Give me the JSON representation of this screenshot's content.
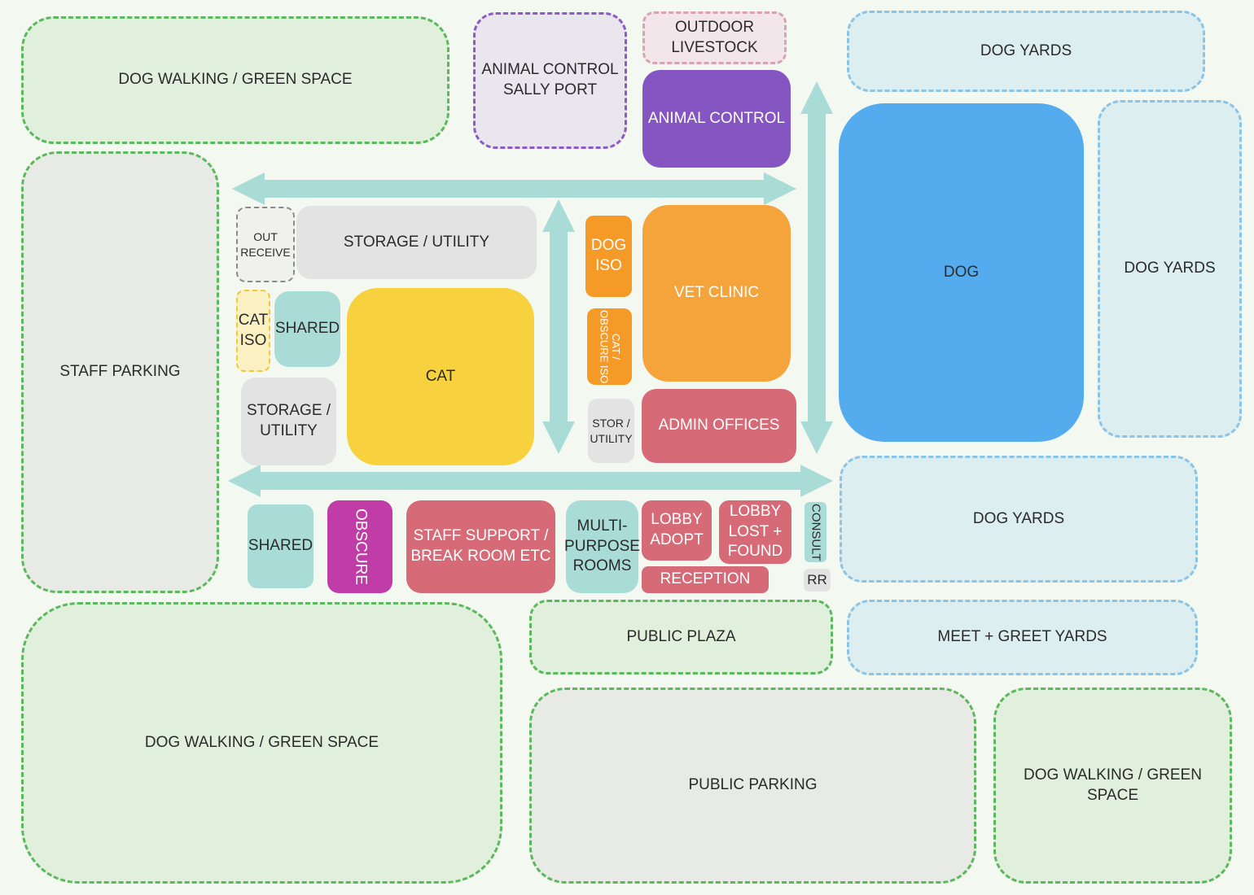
{
  "colors": {
    "green_space": "#e0f0dc",
    "green_border": "#5cb85c",
    "dog_yard": "#dceef0",
    "dog_yard_border": "#8cc4e6",
    "circulation": "#a9dcd6",
    "animal_control": "#8555c2",
    "vet": "#f5a43c",
    "cat": "#f7d23e",
    "dog": "#54acee",
    "admin": "#d66b77",
    "obscure": "#c03ca6"
  },
  "zones": {
    "dog_walking_top": "DOG WALKING / GREEN SPACE",
    "sally_port": "ANIMAL CONTROL\nSALLY PORT",
    "outdoor_livestock": "OUTDOOR\nLIVESTOCK",
    "animal_control": "ANIMAL CONTROL",
    "dog_yards_top": "DOG YARDS",
    "staff_parking": "STAFF PARKING",
    "out_receive": "OUT\nRECEIVE",
    "storage_top": "STORAGE / UTILITY",
    "cat_iso": "CAT\nISO",
    "shared_upper": "SHARED",
    "cat": "CAT",
    "storage_left": "STORAGE /\nUTILITY",
    "dog_iso": "DOG\nISO",
    "cat_obscure_iso": "CAT /\nOBSCURE ISO",
    "stor_utility": "STOR /\nUTILITY",
    "vet_clinic": "VET CLINIC",
    "admin_offices": "ADMIN OFFICES",
    "dog": "DOG",
    "dog_yards_right": "DOG YARDS",
    "dog_yards_mid": "DOG YARDS",
    "shared_lower": "SHARED",
    "obscure": "OBSCURE",
    "staff_support": "STAFF SUPPORT /\nBREAK ROOM ETC",
    "multi_purpose": "MULTI-\nPURPOSE\nROOMS",
    "lobby_adopt": "LOBBY\nADOPT",
    "lobby_lost": "LOBBY\nLOST +\nFOUND",
    "consult": "CONSULT",
    "reception": "RECEPTION",
    "rr": "RR",
    "public_plaza": "PUBLIC PLAZA",
    "meet_greet": "MEET + GREET YARDS",
    "dog_walking_bottom_left": "DOG WALKING / GREEN SPACE",
    "public_parking": "PUBLIC PARKING",
    "dog_walking_bottom_right": "DOG WALKING / GREEN SPACE"
  }
}
